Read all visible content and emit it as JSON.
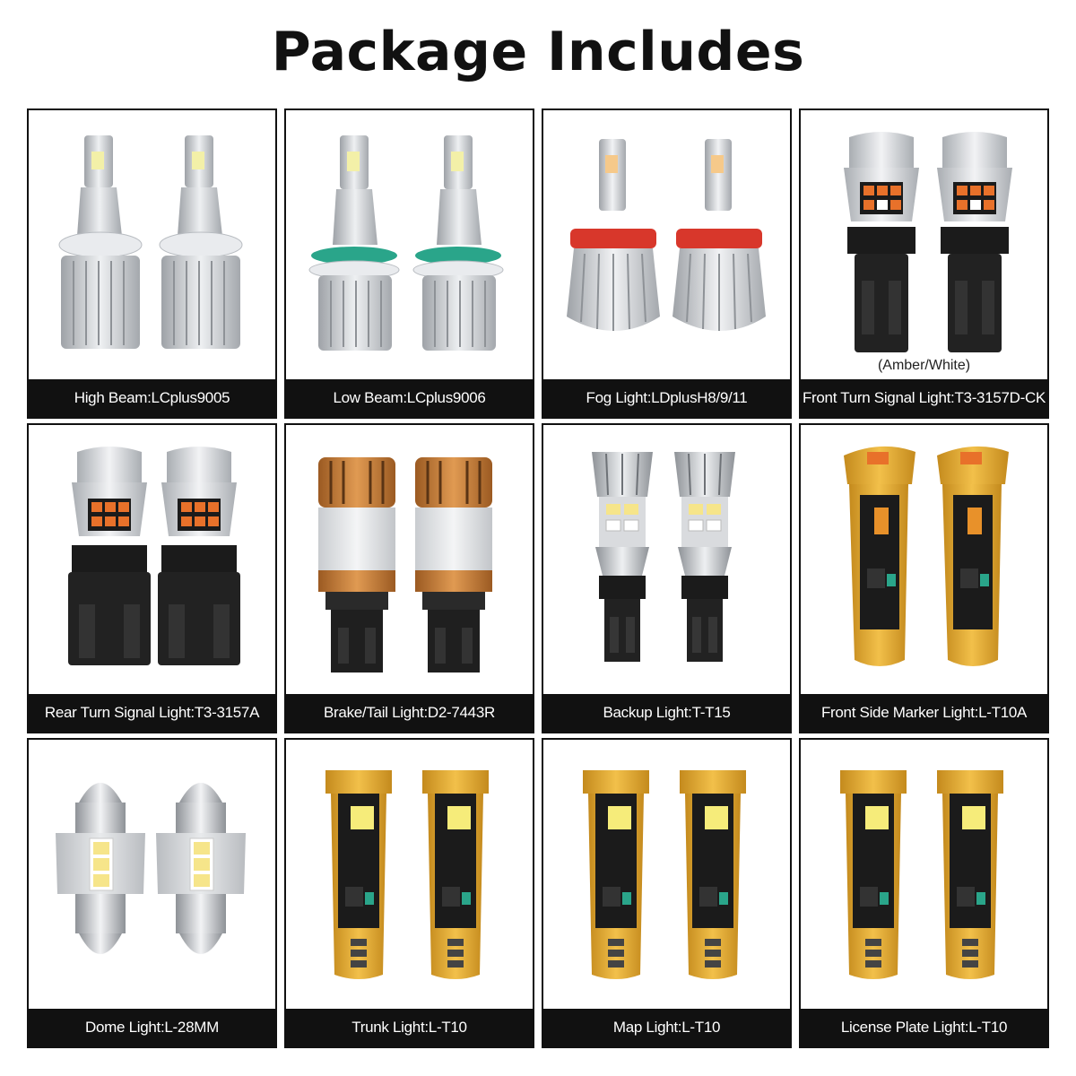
{
  "page": {
    "title": "Package Includes"
  },
  "colors": {
    "caption_bg": "#111111",
    "caption_text": "#ffffff",
    "silver": "#c9ccd0",
    "amber": "#e8912a",
    "gold": "#e7a92b",
    "red": "#d8372b",
    "teal": "#2aa58a",
    "black": "#1b1b1b"
  },
  "items": [
    {
      "caption": "High Beam:LCplus9005",
      "bulb": "headlight-9005-icon",
      "note": ""
    },
    {
      "caption": "Low Beam:LCplus9006",
      "bulb": "headlight-9006-icon",
      "note": ""
    },
    {
      "caption": "Fog Light:LDplusH8/9/11",
      "bulb": "fog-h11-icon",
      "note": ""
    },
    {
      "caption": "Front Turn Signal Light:T3-3157D-CK",
      "bulb": "turn-3157-icon",
      "note": "(Amber/White)"
    },
    {
      "caption": "Rear Turn Signal Light:T3-3157A",
      "bulb": "turn-3157-icon",
      "note": ""
    },
    {
      "caption": "Brake/Tail Light:D2-7443R",
      "bulb": "brake-7443-icon",
      "note": ""
    },
    {
      "caption": "Backup Light:T-T15",
      "bulb": "backup-t15-icon",
      "note": ""
    },
    {
      "caption": "Front Side Marker Light:L-T10A",
      "bulb": "t10-amber-icon",
      "note": ""
    },
    {
      "caption": "Dome Light:L-28MM",
      "bulb": "festoon-28mm-icon",
      "note": ""
    },
    {
      "caption": "Trunk Light:L-T10",
      "bulb": "t10-white-icon",
      "note": ""
    },
    {
      "caption": "Map Light:L-T10",
      "bulb": "t10-white-icon",
      "note": ""
    },
    {
      "caption": "License Plate Light:L-T10",
      "bulb": "t10-white-icon",
      "note": ""
    }
  ]
}
